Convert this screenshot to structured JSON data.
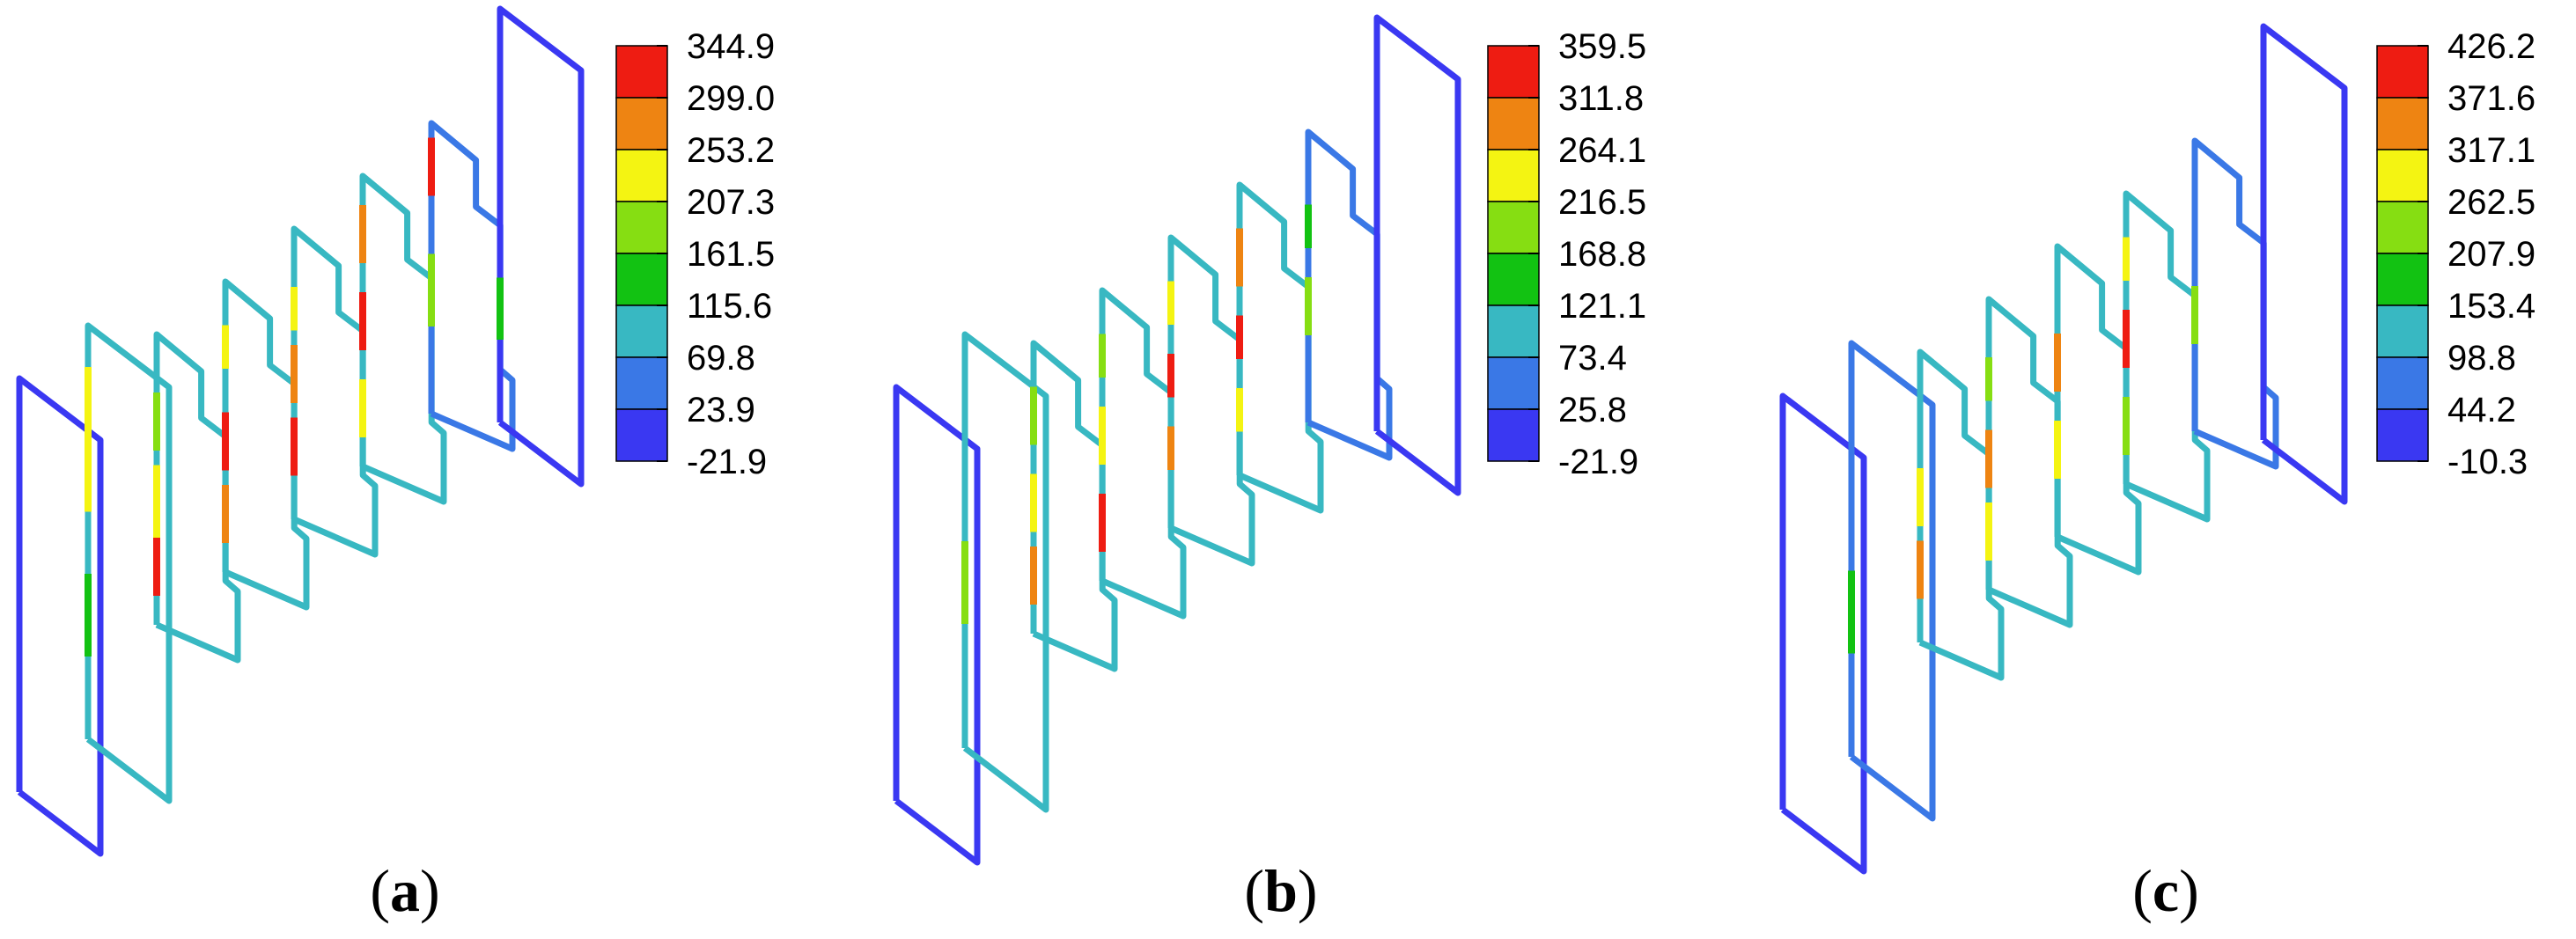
{
  "colorscale": [
    "#3a38f2",
    "#3a78e6",
    "#38b8c2",
    "#12c212",
    "#86de12",
    "#f4f412",
    "#ee8412",
    "#ee1c12"
  ],
  "panels": [
    {
      "caption": {
        "open": "(",
        "letter": "a",
        "close": ")"
      },
      "legend": [
        "344.9",
        "299.0",
        "253.2",
        "207.3",
        "161.5",
        "115.6",
        "69.8",
        "23.9",
        "-21.9"
      ],
      "coils": [
        {
          "shape": "big",
          "level": 0,
          "hot": []
        },
        {
          "shape": "big",
          "level": 2,
          "hot": [
            [
              0.55,
              0.9,
              5
            ],
            [
              0.2,
              0.4,
              3
            ]
          ]
        },
        {
          "shape": "step",
          "level": 2,
          "hot": [
            [
              0.1,
              0.3,
              7
            ],
            [
              0.3,
              0.55,
              5
            ],
            [
              0.6,
              0.8,
              4
            ]
          ]
        },
        {
          "shape": "step",
          "level": 2,
          "hot": [
            [
              0.1,
              0.3,
              6
            ],
            [
              0.35,
              0.55,
              7
            ],
            [
              0.7,
              0.85,
              5
            ]
          ]
        },
        {
          "shape": "step",
          "level": 2,
          "hot": [
            [
              0.15,
              0.35,
              7
            ],
            [
              0.4,
              0.6,
              6
            ],
            [
              0.65,
              0.8,
              5
            ]
          ]
        },
        {
          "shape": "step",
          "level": 2,
          "hot": [
            [
              0.1,
              0.3,
              5
            ],
            [
              0.4,
              0.6,
              7
            ],
            [
              0.7,
              0.9,
              6
            ]
          ]
        },
        {
          "shape": "step",
          "level": 1,
          "hot": [
            [
              0.3,
              0.55,
              4
            ],
            [
              0.75,
              0.95,
              7
            ]
          ]
        },
        {
          "shape": "big",
          "level": 0,
          "hot": [
            [
              0.2,
              0.35,
              3
            ]
          ]
        }
      ]
    },
    {
      "caption": {
        "open": "(",
        "letter": "b",
        "close": ")"
      },
      "legend": [
        "359.5",
        "311.8",
        "264.1",
        "216.5",
        "168.8",
        "121.1",
        "73.4",
        "25.8",
        "-21.9"
      ],
      "coils": [
        {
          "shape": "big",
          "level": 0,
          "hot": []
        },
        {
          "shape": "big",
          "level": 2,
          "hot": [
            [
              0.3,
              0.5,
              4
            ]
          ]
        },
        {
          "shape": "step",
          "level": 2,
          "hot": [
            [
              0.1,
              0.3,
              6
            ],
            [
              0.35,
              0.55,
              5
            ],
            [
              0.65,
              0.85,
              4
            ]
          ]
        },
        {
          "shape": "step",
          "level": 2,
          "hot": [
            [
              0.1,
              0.3,
              7
            ],
            [
              0.4,
              0.6,
              5
            ],
            [
              0.7,
              0.85,
              4
            ]
          ]
        },
        {
          "shape": "step",
          "level": 2,
          "hot": [
            [
              0.2,
              0.35,
              6
            ],
            [
              0.45,
              0.6,
              7
            ],
            [
              0.7,
              0.85,
              5
            ]
          ]
        },
        {
          "shape": "step",
          "level": 2,
          "hot": [
            [
              0.15,
              0.3,
              5
            ],
            [
              0.4,
              0.55,
              7
            ],
            [
              0.65,
              0.85,
              6
            ]
          ]
        },
        {
          "shape": "step",
          "level": 1,
          "hot": [
            [
              0.3,
              0.5,
              4
            ],
            [
              0.6,
              0.75,
              3
            ]
          ]
        },
        {
          "shape": "big",
          "level": 0,
          "hot": []
        }
      ]
    },
    {
      "caption": {
        "open": "(",
        "letter": "c",
        "close": ")"
      },
      "legend": [
        "426.2",
        "371.6",
        "317.1",
        "262.5",
        "207.9",
        "153.4",
        "98.8",
        "44.2",
        "-10.3"
      ],
      "coils": [
        {
          "shape": "big",
          "level": 0,
          "hot": []
        },
        {
          "shape": "big",
          "level": 1,
          "hot": [
            [
              0.25,
              0.45,
              3
            ]
          ]
        },
        {
          "shape": "step",
          "level": 2,
          "hot": [
            [
              0.15,
              0.35,
              6
            ],
            [
              0.4,
              0.6,
              5
            ]
          ]
        },
        {
          "shape": "step",
          "level": 2,
          "hot": [
            [
              0.1,
              0.3,
              5
            ],
            [
              0.35,
              0.55,
              6
            ],
            [
              0.65,
              0.8,
              4
            ]
          ]
        },
        {
          "shape": "step",
          "level": 2,
          "hot": [
            [
              0.2,
              0.4,
              5
            ],
            [
              0.5,
              0.7,
              6
            ]
          ]
        },
        {
          "shape": "step",
          "level": 2,
          "hot": [
            [
              0.1,
              0.3,
              4
            ],
            [
              0.4,
              0.6,
              7
            ],
            [
              0.7,
              0.85,
              5
            ]
          ]
        },
        {
          "shape": "step",
          "level": 1,
          "hot": [
            [
              0.3,
              0.5,
              4
            ]
          ]
        },
        {
          "shape": "big",
          "level": 0,
          "hot": []
        }
      ]
    }
  ]
}
